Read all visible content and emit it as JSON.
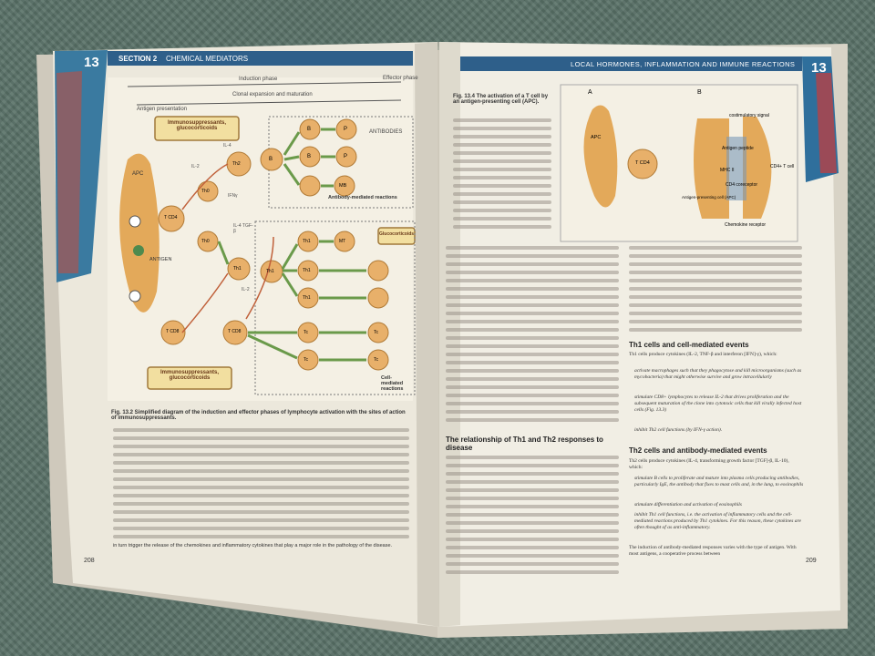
{
  "left_page": {
    "chapter_number": "13",
    "section_label": "SECTION 2",
    "section_title": "CHEMICAL MEDIATORS",
    "page_number": "208",
    "diagram": {
      "phases": [
        "Induction phase",
        "Clonal expansion and maturation",
        "Effector phase",
        "Antigen presentation"
      ],
      "box_immunosuppressants_top": "Immunosuppressants, glucocorticoids",
      "box_immunosuppressants_bottom": "Immunosuppressants, glucocorticoids",
      "box_glucocorticoids": "Glucocorticoids",
      "antibodies": "ANTIBODIES",
      "antibody_mediated": "Antibody-mediated reactions",
      "cell_mediated": "Cell-mediated reactions",
      "apc": "APC",
      "antigen": "ANTIGEN",
      "cells": {
        "t_cd4": "T CD4",
        "t_cd8": "T CD8",
        "th0": "Th0",
        "th0b": "Th0",
        "th2": "Th2",
        "b1": "B",
        "b2": "B",
        "b3": "B",
        "p1": "P",
        "p2": "P",
        "mb": "MB",
        "th1a": "Th1",
        "th1b": "Th1",
        "th1c": "Th1",
        "th1d": "Th1",
        "th1e": "Th1",
        "mt": "MT",
        "tc1": "Tc",
        "tc2": "Tc",
        "tc3": "Tc",
        "tc4": "Tc",
        "t_cd8b": "T CD8"
      },
      "labels": {
        "il4": "IL-4",
        "il2": "IL-2",
        "ifn": "IFNγ",
        "il4tgf": "IL-4 TGF-β",
        "il2b": "IL-2"
      }
    },
    "caption_title": "Fig. 13.2 Simplified diagram of the induction and effector phases of lymphocyte activation with the sites of action of immunosuppressants.",
    "caption_last": "in turn trigger the release of the chemokines and inflammatory cytokines that play a major role in the pathology of the disease."
  },
  "right_page": {
    "chapter_number": "13",
    "running_head": "LOCAL HORMONES, INFLAMMATION AND IMMUNE REACTIONS",
    "page_number": "209",
    "fig_title": "Fig. 13.4 The activation of a T cell by an antigen-presenting cell (APC).",
    "fig_label_a": "A",
    "fig_label_b": "B",
    "fig_labels": {
      "apc": "APC",
      "cd4": "T CD4",
      "costim": "costimulatory signal",
      "antigen_peptide": "Antigen peptide",
      "mhc": "MHC II",
      "cd4_coreceptor": "CD4 coreceptor",
      "chemokine": "Chemokine receptor",
      "cd4_t_cell": "CD4+ T cell",
      "apc_long": "Antigen-presenting cell (APC)"
    },
    "heading_rel": "The relationship of Th1 and Th2 responses to disease",
    "heading_th1": "Th1 cells and cell-mediated events",
    "th1_intro": "Th1 cells produce cytokines (IL-2, TNF-β and interferon [IFN]-γ), which:",
    "th1_bullets": [
      "activate macrophages such that they phagocytose and kill microorganisms (such as mycobacteria) that might otherwise survive and grow intracellularly",
      "stimulate CD8+ lymphocytes to release IL-2 that drives proliferation and the subsequent maturation of the clone into cytotoxic cells that kill virally infected host cells (Fig. 13.3)",
      "inhibit Th2 cell functions (by IFN-γ action)."
    ],
    "heading_th2": "Th2 cells and antibody-mediated events",
    "th2_intro": "Th2 cells produce cytokines (IL-4, transforming growth factor [TGF]-β, IL-10), which:",
    "th2_bullets": [
      "stimulate B cells to proliferate and mature into plasma cells producing antibodies, particularly IgE, the antibody that fixes to mast cells and, in the lung, to eosinophils",
      "stimulate differentiation and activation of eosinophils",
      "inhibit Th1 cell functions, i.e. the activation of inflammatory cells and the cell-mediated reactions produced by Th1 cytokines. For this reason, these cytokines are often thought of as anti-inflammatory."
    ],
    "th2_outro": "The induction of antibody-mediated responses varies with the type of antigen. With most antigens, a cooperative process between"
  }
}
